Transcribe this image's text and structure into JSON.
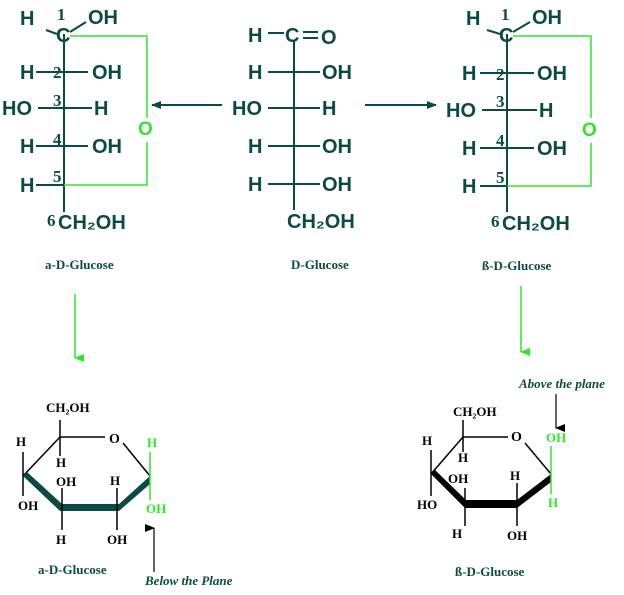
{
  "colors": {
    "primary": "#0c4a45",
    "accent": "#32e332",
    "black": "#000000"
  },
  "alpha_fischer": {
    "c1_h": "H",
    "c1_num": "1",
    "c1_oh": "OH",
    "c1_c": "C",
    "c2_h": "H",
    "c2_num": "2",
    "c2_oh": "OH",
    "c3_ho": "HO",
    "c3_num": "3",
    "c3_h": "H",
    "c4_h": "H",
    "c4_num": "4",
    "c4_oh": "OH",
    "c5_h": "H",
    "c5_num": "5",
    "c6_num": "6",
    "c6_group": "CH₂OH",
    "ring_o": "O",
    "label": "a-D-Glucose"
  },
  "open_chain": {
    "c1_h": "H",
    "c1_c": "C",
    "c1_o": "O",
    "c2_h": "H",
    "c2_oh": "OH",
    "c3_ho": "HO",
    "c3_h": "H",
    "c4_h": "H",
    "c4_oh": "OH",
    "c5_h": "H",
    "c5_oh": "OH",
    "c6_group": "CH₂OH",
    "label": "D-Glucose"
  },
  "beta_fischer": {
    "c1_h": "H",
    "c1_num": "1",
    "c1_oh": "OH",
    "c1_c": "C",
    "c2_h": "H",
    "c2_num": "2",
    "c2_oh": "OH",
    "c3_ho": "HO",
    "c3_num": "3",
    "c3_h": "H",
    "c4_h": "H",
    "c4_num": "4",
    "c4_oh": "OH",
    "c5_h": "H",
    "c5_num": "5",
    "c6_num": "6",
    "c6_group": "CH₂OH",
    "ring_o": "O",
    "label": "ß-D-Glucose"
  },
  "alpha_haworth": {
    "ch2oh": "CH₂OH",
    "ring_o": "O",
    "c4_h": "H",
    "c4_oh": "OH",
    "c5_h": "H",
    "c3_oh": "OH",
    "c3_h": "H",
    "c2_h": "H",
    "c2_oh": "OH",
    "c1_h": "H",
    "c1_oh": "OH",
    "label": "a-D-Glucose",
    "note": "Below the Plane"
  },
  "beta_haworth": {
    "ch2oh": "CH₂OH",
    "ring_o": "O",
    "c4_h": "H",
    "c4_ho": "HO",
    "c5_h": "H",
    "c3_oh": "OH",
    "c3_h": "H",
    "c2_h": "H",
    "c2_oh": "OH",
    "c1_oh": "OH",
    "c1_h": "H",
    "label": "ß-D-Glucose",
    "note": "Above the plane"
  }
}
